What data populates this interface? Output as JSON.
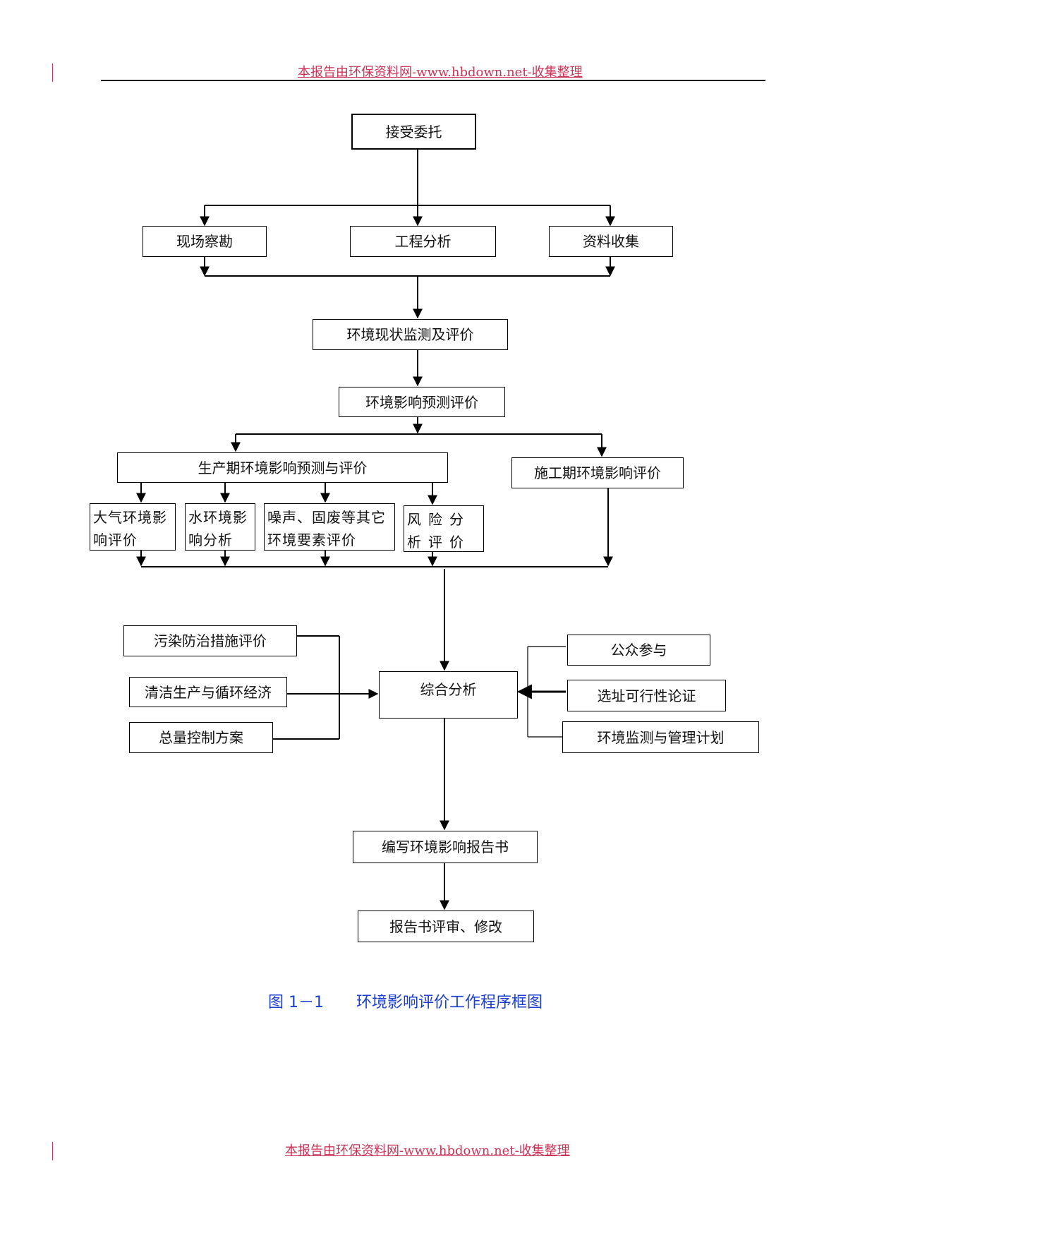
{
  "header": {
    "watermark": "本报告由环保资料网-www.hbdown.net-收集整理"
  },
  "footer": {
    "watermark": "本报告由环保资料网-www.hbdown.net-收集整理"
  },
  "nodes": {
    "entrust": "接受委托",
    "site_survey": "现场察勘",
    "engineering_analysis": "工程分析",
    "data_collection": "资料收集",
    "baseline_monitoring": "环境现状监测及评价",
    "impact_prediction": "环境影响预测评价",
    "operation_phase": "生产期环境影响预测与评价",
    "construction_phase": "施工期环境影响评价",
    "air_impact": "大气环境影响评价",
    "water_impact": "水环境影响分析",
    "noise_waste": "噪声、固废等其它环境要素评价",
    "risk_analysis": "风险分析评价",
    "pollution_control": "污染防治措施评价",
    "clean_production": "清洁生产与循环经济",
    "total_control": "总量控制方案",
    "comprehensive_analysis": "综合分析",
    "public_participation": "公众参与",
    "site_feasibility": "选址可行性论证",
    "monitoring_plan": "环境监测与管理计划",
    "write_report": "编写环境影响报告书",
    "report_review": "报告书评审、修改"
  },
  "caption": {
    "figure_label": "图 1－1",
    "title": "环境影响评价工作程序框图"
  }
}
